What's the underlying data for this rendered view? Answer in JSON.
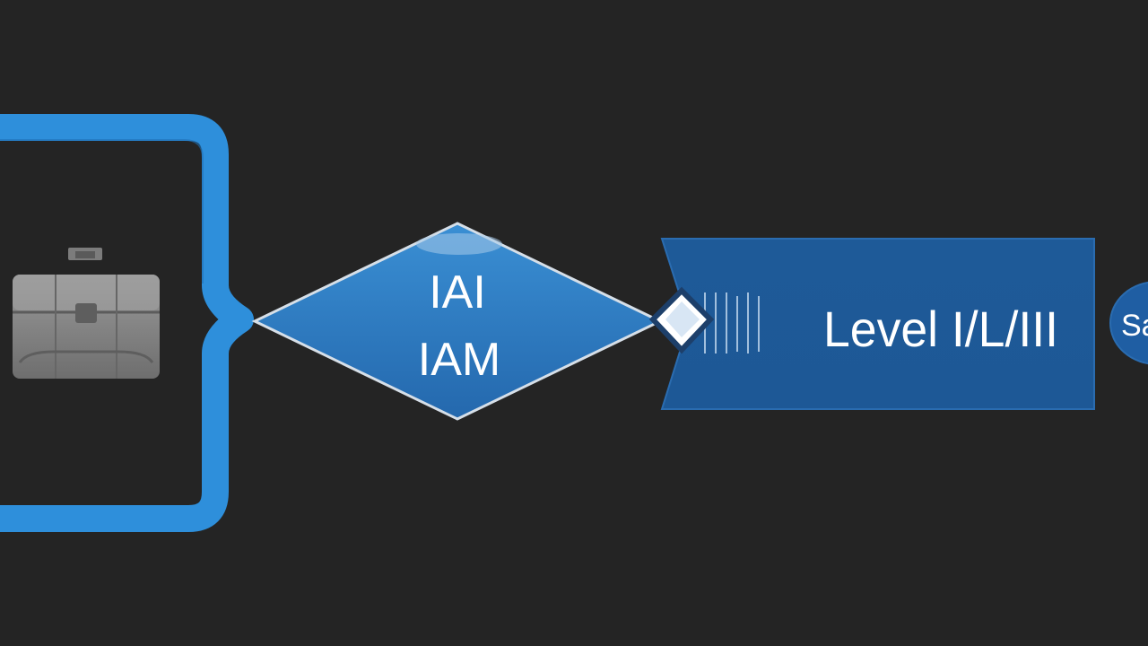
{
  "diagram": {
    "background": "#242424",
    "accent_blue": "#2f8fd8",
    "diamond_blue": "#2e7bc0",
    "banner_blue": "#1f5e9e",
    "icon_gray": "#8a8a8a",
    "nodes": {
      "group": {
        "icon": "briefcase-icon"
      },
      "decision": {
        "line1": "IAI",
        "line2": "IAM"
      },
      "banner": {
        "label": "Level I/L/III"
      },
      "partial_circle": {
        "label": "Sa"
      }
    }
  }
}
